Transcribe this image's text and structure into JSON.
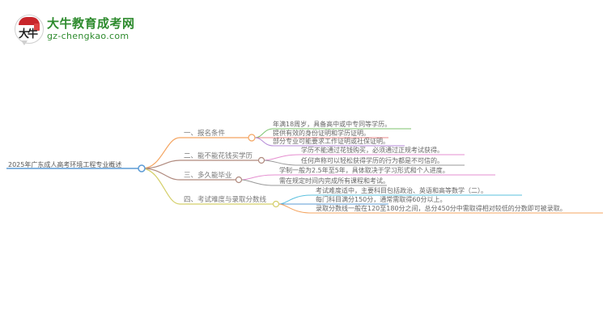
{
  "logo": {
    "icon_text": "大牛",
    "title": "大牛教育成考网",
    "url": "gz-chengkao.com"
  },
  "mindmap": {
    "root": {
      "label": "2025年广东成人高考环境工程专业概述",
      "color": "#5b9bd5"
    },
    "branches": [
      {
        "label": "一、报名条件",
        "color": "#f4a460",
        "children": [
          {
            "text": "年满18周岁，具备高中或中专同等学历。",
            "color": "#7cc36e"
          },
          {
            "text": "提供有效的身份证明和学历证明。",
            "color": "#e88a8a"
          },
          {
            "text": "部分专业可能要求工作证明或社保证明。",
            "color": "#b58ad8"
          }
        ]
      },
      {
        "label": "二、能不能花钱买学历",
        "color": "#b08a7e",
        "children": [
          {
            "text": "学历不能通过花钱购买，必须通过正规考试获得。",
            "color": "#e58fd0"
          },
          {
            "text": "任何声称可以轻松获得学历的行为都是不可信的。",
            "color": "#999999"
          }
        ]
      },
      {
        "label": "三、多久能毕业",
        "color": "#b08a7e",
        "children": [
          {
            "text": "学制一般为2.5年至5年，具体取决于学习形式和个人进度。",
            "color": "#e58fd0"
          },
          {
            "text": "需在规定时间内完成所有课程和考试。",
            "color": "#999999"
          }
        ]
      },
      {
        "label": "四、考试难度与录取分数线",
        "color": "#d4cf6a",
        "children": [
          {
            "text": "考试难度适中，主要科目包括政治、英语和高等数学（二）。",
            "color": "#5bc0de"
          },
          {
            "text": "每门科目满分150分，通常需取得60分以上。",
            "color": "#5b9bd5"
          },
          {
            "text": "录取分数线一般在120至180分之间，总分450分中需取得相对较低的分数即可被录取。",
            "color": "#f4a460"
          }
        ]
      }
    ]
  }
}
